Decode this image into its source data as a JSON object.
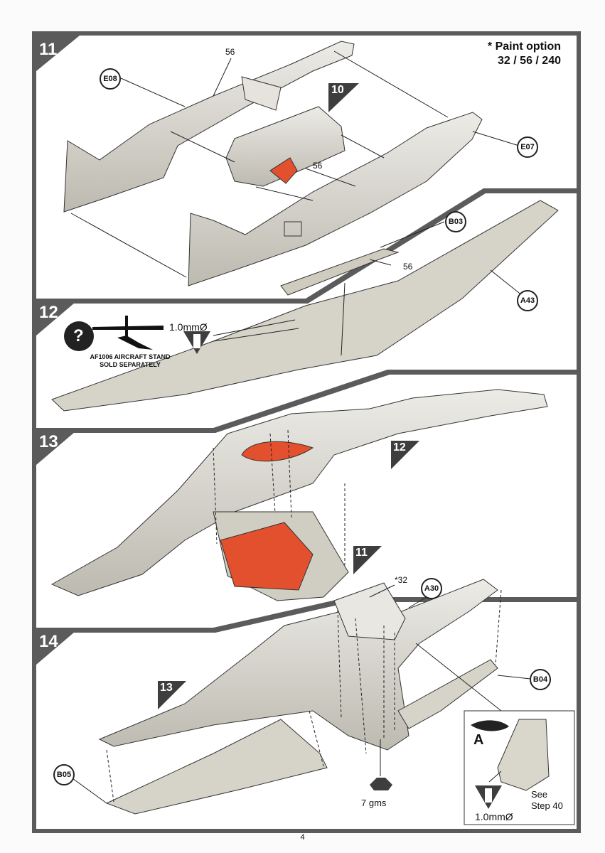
{
  "paint_option": {
    "title": "* Paint option",
    "codes": "32 / 56 / 240"
  },
  "steps": {
    "s11": "11",
    "s12": "12",
    "s13": "13",
    "s14": "14"
  },
  "ref_steps": {
    "r10": "10",
    "r12": "12",
    "r11": "11",
    "r13": "13"
  },
  "callouts": {
    "E08": "E08",
    "E07": "E07",
    "B03": "B03",
    "A43": "A43",
    "A30": "A30",
    "B04": "B04",
    "B05": "B05"
  },
  "paint_labels": {
    "p56a": "56",
    "p56b": "56",
    "p56c": "56",
    "p32": "*32"
  },
  "drill": {
    "size_12": "1.0mmØ",
    "size_14": "1.0mmØ"
  },
  "stand_note": {
    "line1": "AF1006 AIRCRAFT STAND",
    "line2": "SOLD SEPARATELY"
  },
  "question_glyph": "?",
  "weight": "7 gms",
  "inset": {
    "letter": "A",
    "see_line1": "See",
    "see_line2": "Step 40"
  },
  "page_number": "4",
  "colors": {
    "frame": "#5b5b5b",
    "part": "#d6d3c8",
    "orange": "#e2502e"
  }
}
